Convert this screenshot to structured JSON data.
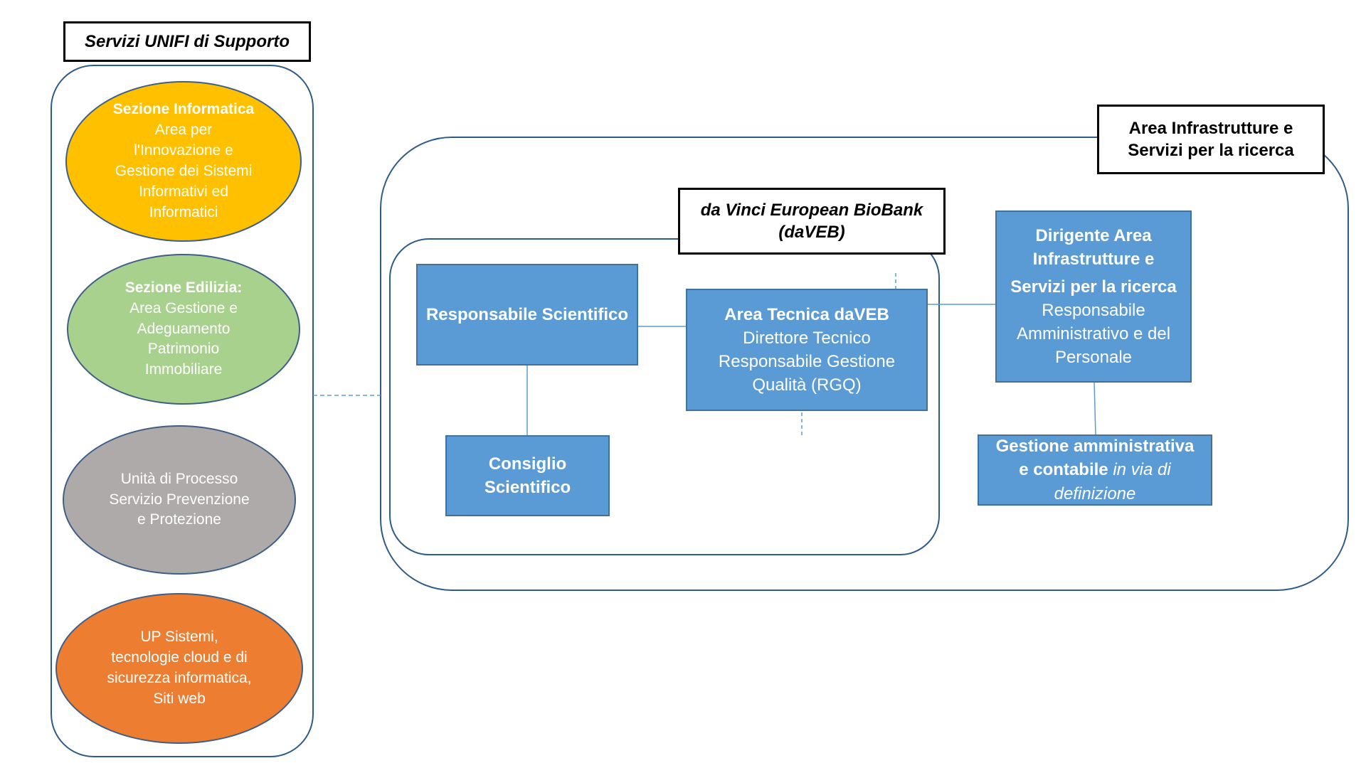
{
  "support_title": "Servizi UNIFI di Supporto",
  "support_units": [
    {
      "title": "Sezione Informatica",
      "lines": [
        "Area per",
        "l'Innovazione e",
        "Gestione dei Sistemi",
        "Informativi ed",
        "Informatici"
      ],
      "color": "#ffc000"
    },
    {
      "title": "Sezione Edilizia:",
      "lines": [
        "Area Gestione e",
        "Adeguamento",
        "Patrimonio",
        "Immobiliare"
      ],
      "color": "#a9d18e"
    },
    {
      "title": "",
      "lines": [
        "Unità di Processo",
        "Servizio Prevenzione",
        "e Protezione"
      ],
      "color": "#aeaaaa"
    },
    {
      "title": "",
      "lines": [
        "UP Sistemi,",
        "tecnologie cloud e di",
        "sicurezza informatica,",
        "Siti web"
      ],
      "color": "#ed7d31"
    }
  ],
  "area_title": [
    "Area Infrastrutture e",
    "Servizi per la ricerca"
  ],
  "biobank_title": [
    "da Vinci European BioBank",
    "(daVEB)"
  ],
  "nodes": {
    "responsabile": {
      "title": "Responsabile Scientifico"
    },
    "consiglio": {
      "title": [
        "Consiglio",
        "Scientifico"
      ]
    },
    "area_tecnica": {
      "title": "Area Tecnica daVEB",
      "lines": [
        "Direttore Tecnico",
        "Responsabile Gestione",
        "Qualità (RGQ)"
      ]
    },
    "dirigente": {
      "title": [
        "Dirigente Area",
        "Infrastrutture e",
        "Servizi per la ricerca"
      ],
      "lines": [
        "Responsabile",
        "Amministrativo e del",
        "Personale"
      ]
    },
    "gestione": {
      "title": [
        "Gestione amministrativa",
        "e contabile"
      ],
      "italic": [
        "in via di",
        "definizione"
      ]
    }
  },
  "colors": {
    "node_fill": "#5b9bd5",
    "node_border": "#41719c",
    "outline": "#2e5c8a"
  }
}
